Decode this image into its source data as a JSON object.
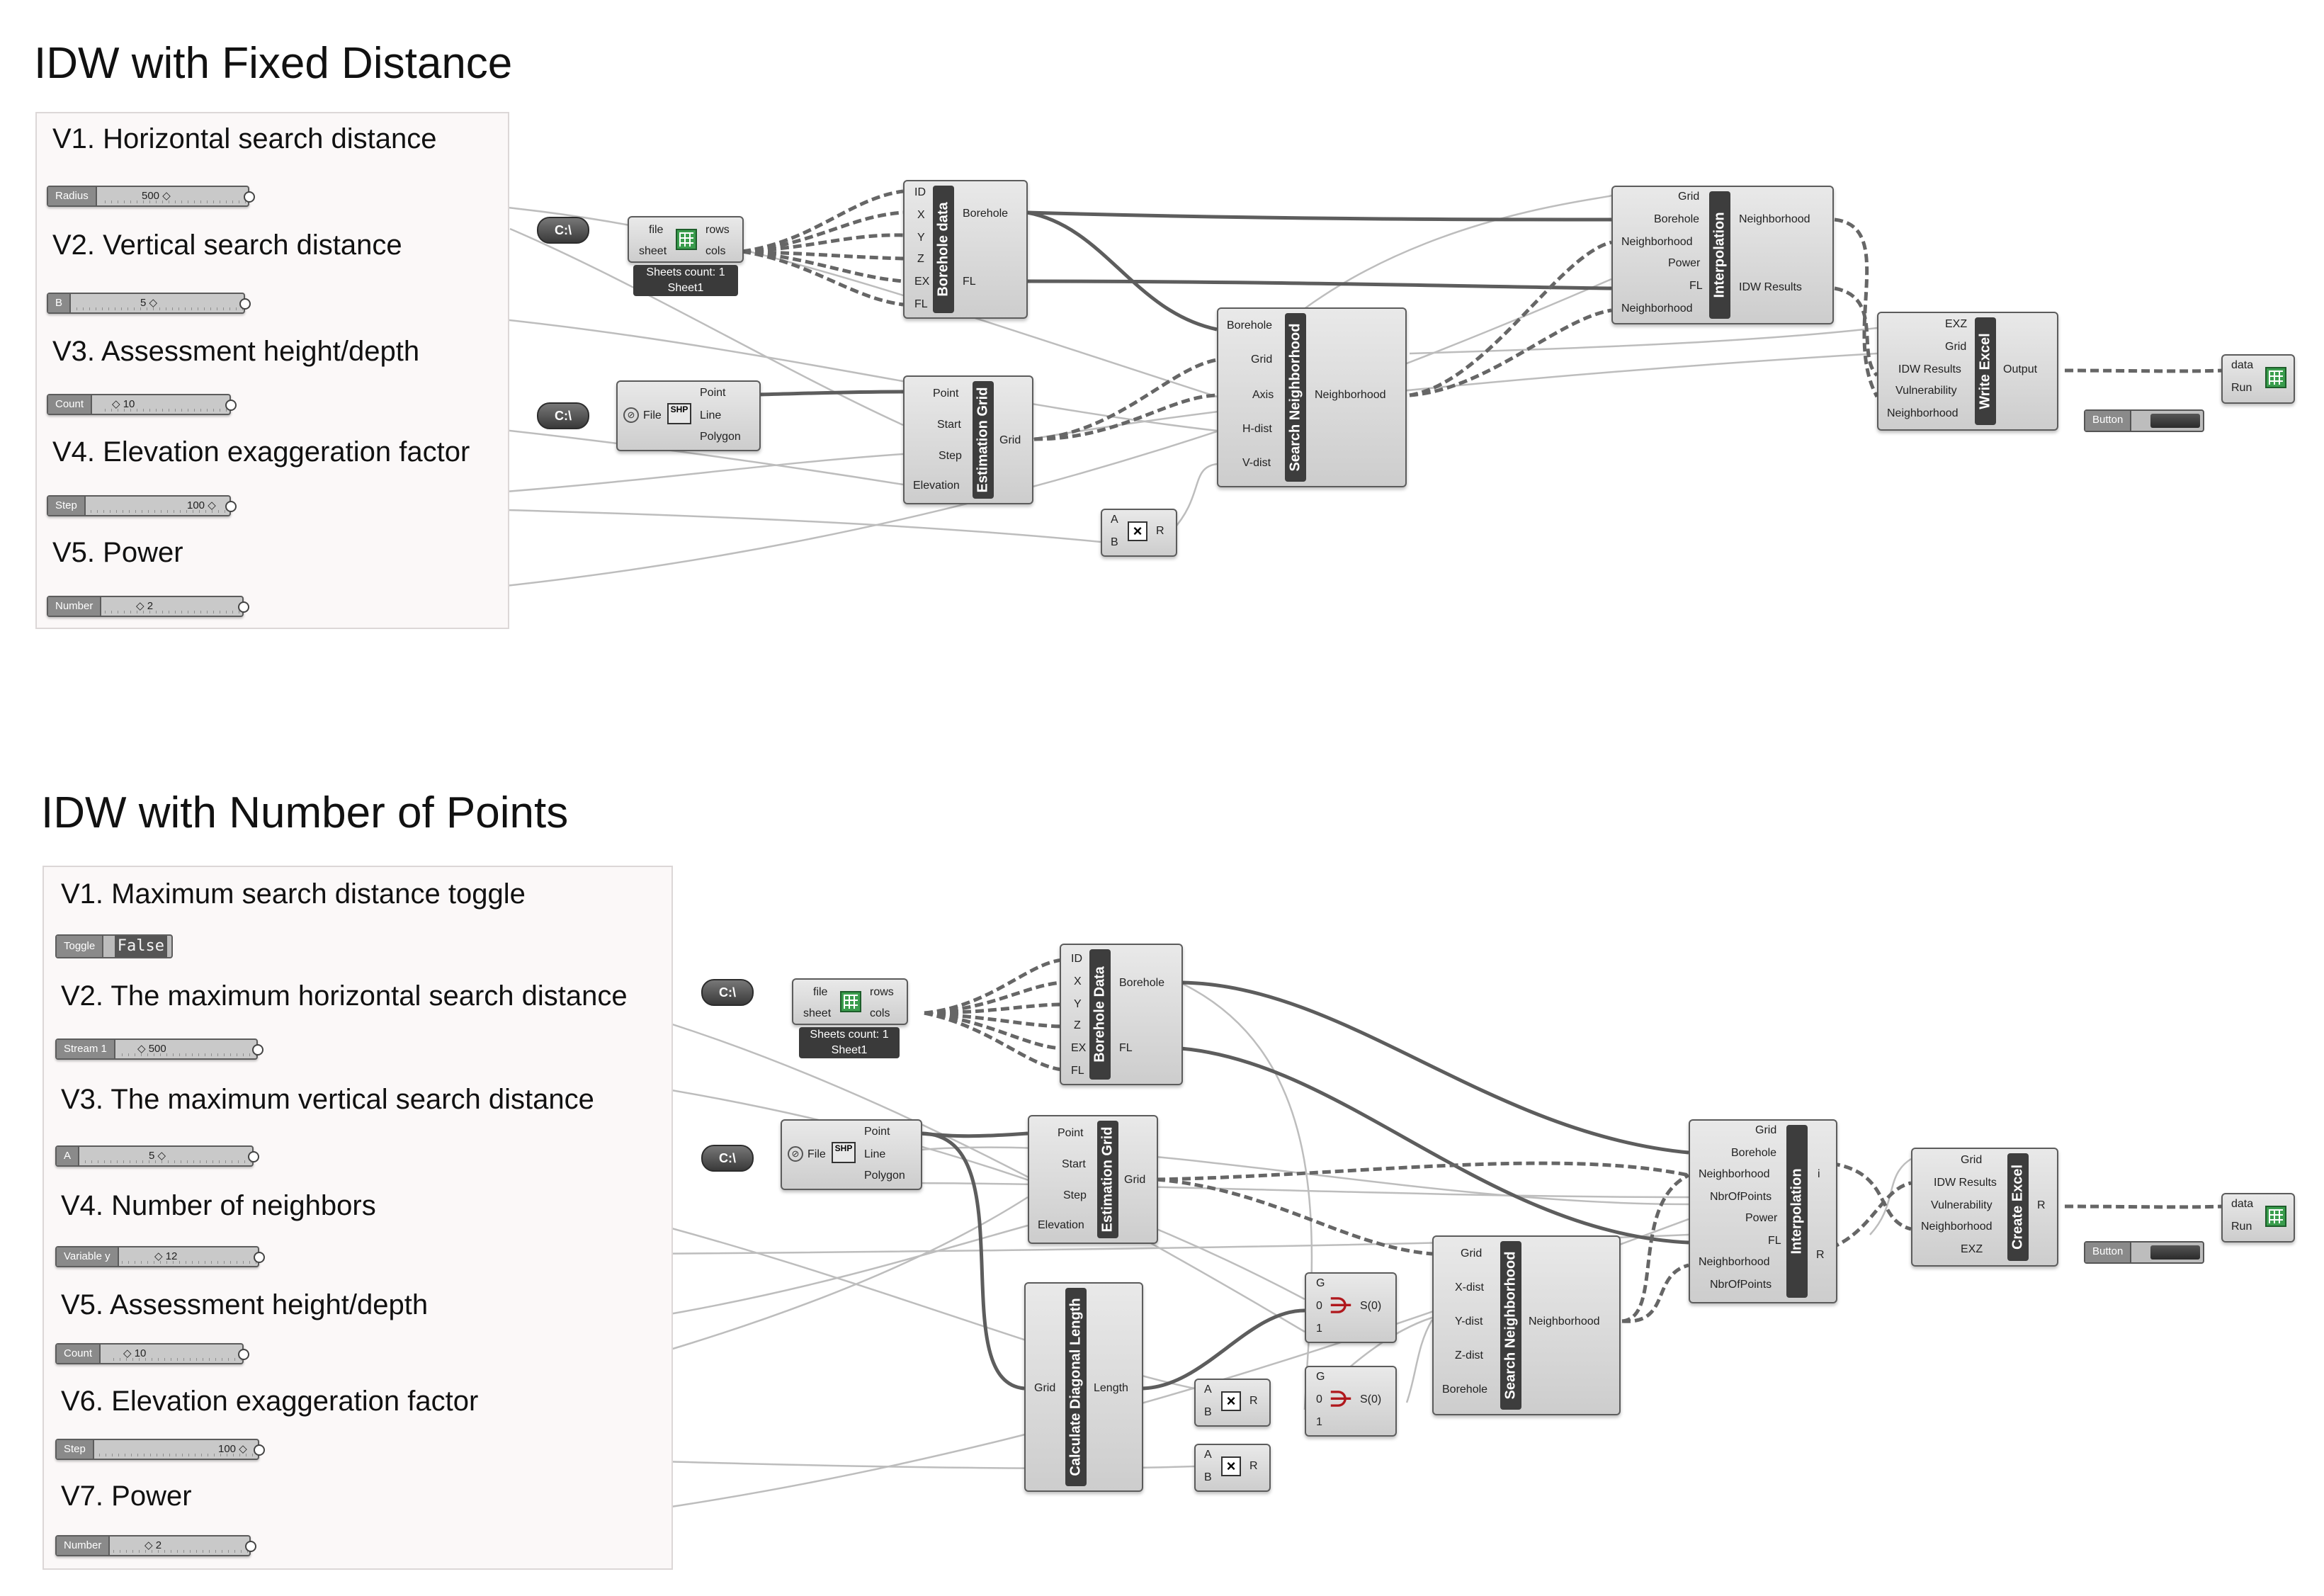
{
  "diagram1": {
    "title": "IDW with Fixed Distance",
    "params": [
      {
        "label": "V1. Horizontal search distance",
        "slider_name": "Radius",
        "slider_value": "500 ◇"
      },
      {
        "label": "V2. Vertical search distance",
        "slider_name": "B",
        "slider_value": "5 ◇"
      },
      {
        "label": "V3. Assessment height/depth",
        "slider_name": "Count",
        "slider_value": "◇ 10"
      },
      {
        "label": "V4. Elevation exaggeration factor",
        "slider_name": "Step",
        "slider_value": "100 ◇"
      },
      {
        "label": "V5. Power",
        "slider_name": "Number",
        "slider_value": "◇ 2"
      }
    ],
    "path_labels": [
      "C:\\",
      "C:\\"
    ],
    "excel_reader": {
      "inputs": [
        "file",
        "sheet"
      ],
      "outputs": [
        "rows",
        "cols"
      ],
      "info": [
        "Sheets count: 1",
        "Sheet1"
      ]
    },
    "shp_reader": {
      "inputs": [
        "File"
      ],
      "outputs": [
        "Point",
        "Line",
        "Polygon"
      ],
      "icon_text": "SHP"
    },
    "borehole": {
      "title": "Borehole data",
      "inputs": [
        "ID",
        "X",
        "Y",
        "Z",
        "EX",
        "FL"
      ],
      "outputs": [
        "Borehole",
        "FL"
      ]
    },
    "grid": {
      "title": "Estimation Grid",
      "inputs": [
        "Point",
        "Start",
        "Step",
        "Elevation"
      ],
      "outputs": [
        "Grid"
      ]
    },
    "multiply": {
      "inputs": [
        "A",
        "B"
      ],
      "outputs": [
        "R"
      ]
    },
    "search": {
      "title": "Search Neighborhood",
      "inputs": [
        "Borehole",
        "Grid",
        "Axis",
        "H-dist",
        "V-dist"
      ],
      "outputs": [
        "Neighborhood"
      ]
    },
    "interp": {
      "title": "Interpolation",
      "inputs": [
        "Grid",
        "Borehole",
        "Neighborhood",
        "Power",
        "FL",
        "Neighborhood"
      ],
      "outputs": [
        "Neighborhood",
        "IDW Results"
      ]
    },
    "writer": {
      "title": "Write Excel",
      "inputs": [
        "EXZ",
        "Grid",
        "IDW Results",
        "Vulnerability",
        "Neighborhood"
      ],
      "outputs": [
        "Output"
      ]
    },
    "excel_out": {
      "inputs": [
        "data",
        "Run"
      ]
    },
    "button": "Button"
  },
  "diagram2": {
    "title": "IDW with Number of Points",
    "params": [
      {
        "label": "V1. Maximum search distance toggle",
        "slider_name": "Toggle",
        "slider_value": "False"
      },
      {
        "label": "V2. The maximum horizontal search distance",
        "slider_name": "Stream 1",
        "slider_value": "◇ 500"
      },
      {
        "label": "V3. The maximum vertical search distance",
        "slider_name": "A",
        "slider_value": "5 ◇"
      },
      {
        "label": "V4. Number of neighbors",
        "slider_name": "Variable y",
        "slider_value": "◇ 12"
      },
      {
        "label": "V5. Assessment height/depth",
        "slider_name": "Count",
        "slider_value": "◇ 10"
      },
      {
        "label": "V6. Elevation exaggeration factor",
        "slider_name": "Step",
        "slider_value": "100 ◇"
      },
      {
        "label": "V7. Power",
        "slider_name": "Number",
        "slider_value": "◇ 2"
      }
    ],
    "path_labels": [
      "C:\\",
      "C:\\"
    ],
    "excel_reader": {
      "inputs": [
        "file",
        "sheet"
      ],
      "outputs": [
        "rows",
        "cols"
      ],
      "info": [
        "Sheets count: 1",
        "Sheet1"
      ]
    },
    "shp_reader": {
      "inputs": [
        "File"
      ],
      "outputs": [
        "Point",
        "Line",
        "Polygon"
      ],
      "icon_text": "SHP"
    },
    "borehole": {
      "title": "Borehole Data",
      "inputs": [
        "ID",
        "X",
        "Y",
        "Z",
        "EX",
        "FL"
      ],
      "outputs": [
        "Borehole",
        "FL"
      ]
    },
    "grid": {
      "title": "Estimation Grid",
      "inputs": [
        "Point",
        "Start",
        "Step",
        "Elevation"
      ],
      "outputs": [
        "Grid"
      ]
    },
    "diag": {
      "title": "Calculate Diagonal Length",
      "inputs": [
        "Grid"
      ],
      "outputs": [
        "Length"
      ]
    },
    "mult1": {
      "inputs": [
        "A",
        "B"
      ],
      "outputs": [
        "R"
      ]
    },
    "mult2": {
      "inputs": [
        "A",
        "B"
      ],
      "outputs": [
        "R"
      ]
    },
    "stream1": {
      "inputs": [
        "G",
        "0",
        "1"
      ],
      "outputs": [
        "S(0)"
      ]
    },
    "stream2": {
      "inputs": [
        "G",
        "0",
        "1"
      ],
      "outputs": [
        "S(0)"
      ]
    },
    "search": {
      "title": "Search Neighborhood",
      "inputs": [
        "Grid",
        "X-dist",
        "Y-dist",
        "Z-dist",
        "Borehole"
      ],
      "outputs": [
        "Neighborhood"
      ]
    },
    "interp": {
      "title": "Interpolation",
      "inputs": [
        "Grid",
        "Borehole",
        "Neighborhood",
        "NbrOfPoints",
        "Power",
        "FL",
        "Neighborhood",
        "NbrOfPoints"
      ],
      "outputs": [
        "i",
        "R"
      ]
    },
    "creator": {
      "title": "Create Excel",
      "inputs": [
        "Grid",
        "IDW Results",
        "Vulnerability",
        "Neighborhood",
        "EXZ"
      ],
      "outputs": [
        "R"
      ]
    },
    "excel_out": {
      "inputs": [
        "data",
        "Run"
      ]
    },
    "button": "Button"
  }
}
